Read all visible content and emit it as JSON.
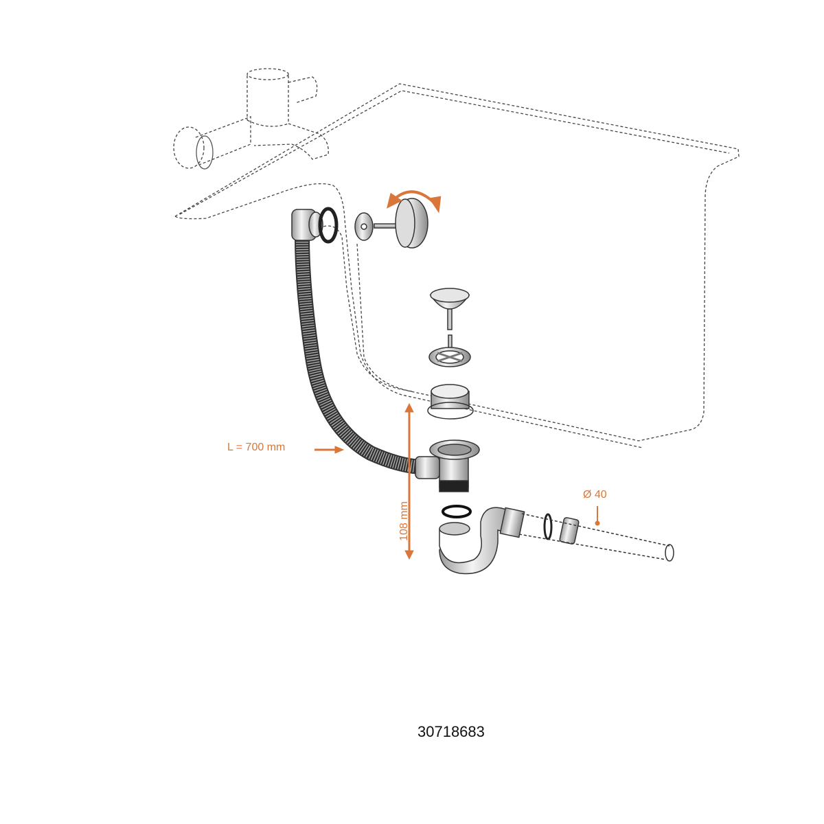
{
  "labels": {
    "hose_length": "L = 700 mm",
    "height": "108 mm",
    "pipe_diameter": "Ø 40",
    "product_code": "30718683"
  },
  "colors": {
    "accent": "#d9773a",
    "line": "#333333"
  }
}
